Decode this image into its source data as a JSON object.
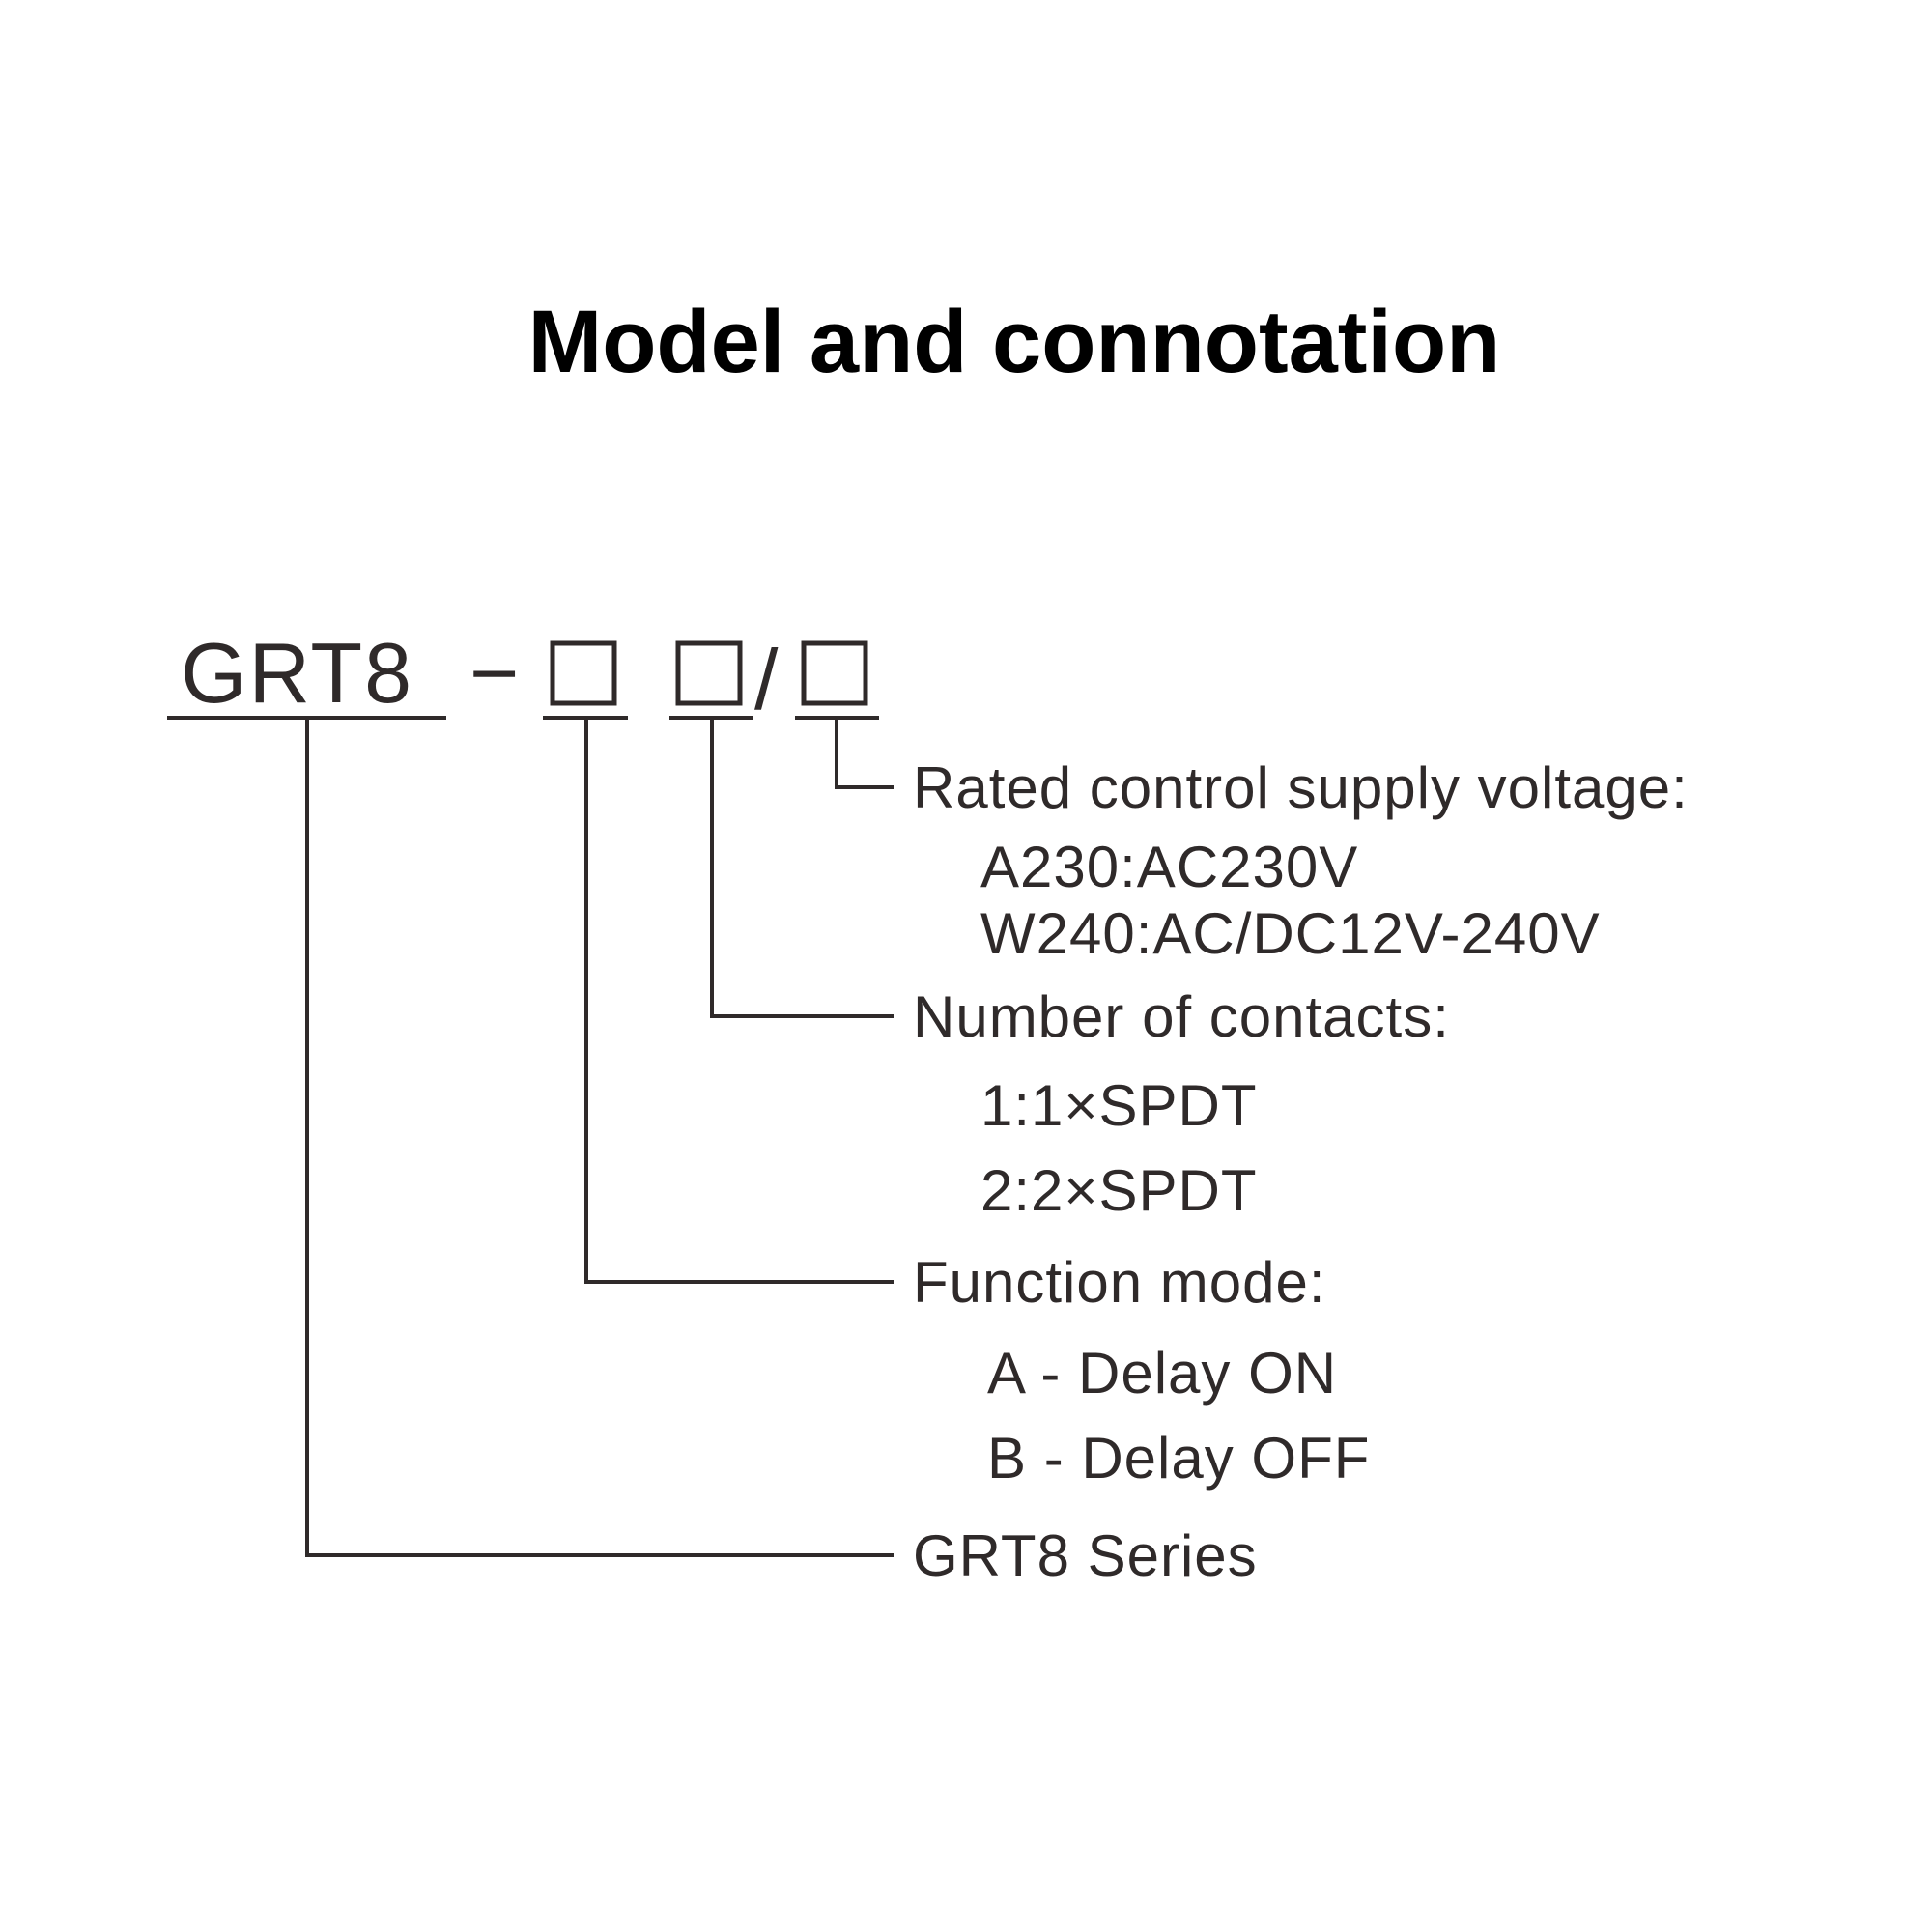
{
  "title": "Model and connotation",
  "model": {
    "prefix": "GRT8",
    "dash": "−",
    "slash": "/"
  },
  "fields": {
    "voltage": {
      "heading": "Rated control supply voltage:",
      "options": [
        "A230:AC230V",
        "W240:AC/DC12V-240V"
      ]
    },
    "contacts": {
      "heading": "Number of contacts:",
      "options": [
        "1:1×SPDT",
        "2:2×SPDT"
      ]
    },
    "function": {
      "heading": "Function mode:",
      "options": [
        "A - Delay ON",
        "B - Delay OFF"
      ]
    },
    "series": {
      "heading": "GRT8 Series"
    }
  }
}
